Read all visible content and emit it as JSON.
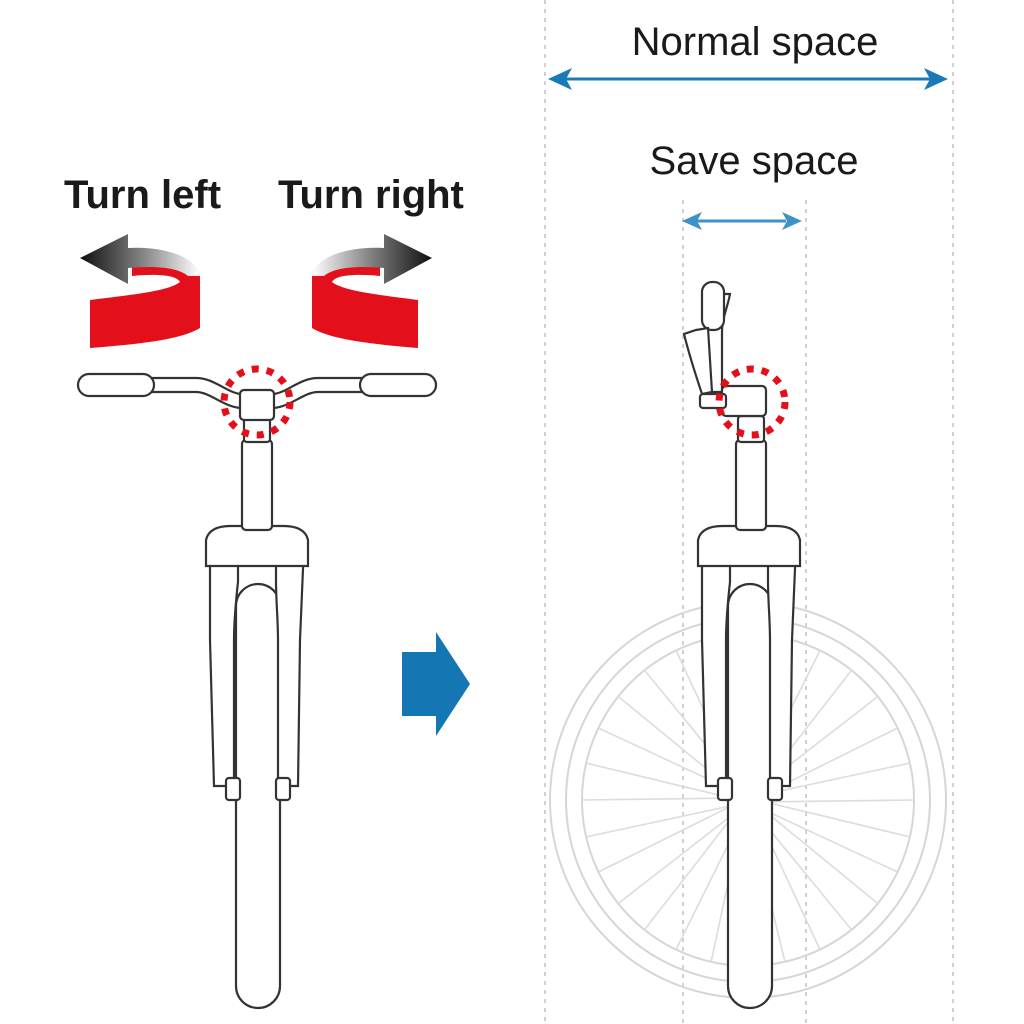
{
  "labels": {
    "turn_left": "Turn left",
    "turn_right": "Turn right",
    "normal_space": "Normal space",
    "save_space": "Save space"
  },
  "colors": {
    "rotation_red": "#e3101b",
    "arrow_dark": "#111111",
    "dimension_blue": "#1a7ab8",
    "save_blue": "#3d92c8",
    "transition_arrow_blue": "#1477b4",
    "swivel_marker_red": "#e3101b",
    "outline": "#333333",
    "ghost_wheel": "#d6d6d6"
  },
  "icons": {
    "turn_left": "curved-arrow-left-icon",
    "turn_right": "curved-arrow-right-icon",
    "transition": "arrow-right-icon"
  }
}
